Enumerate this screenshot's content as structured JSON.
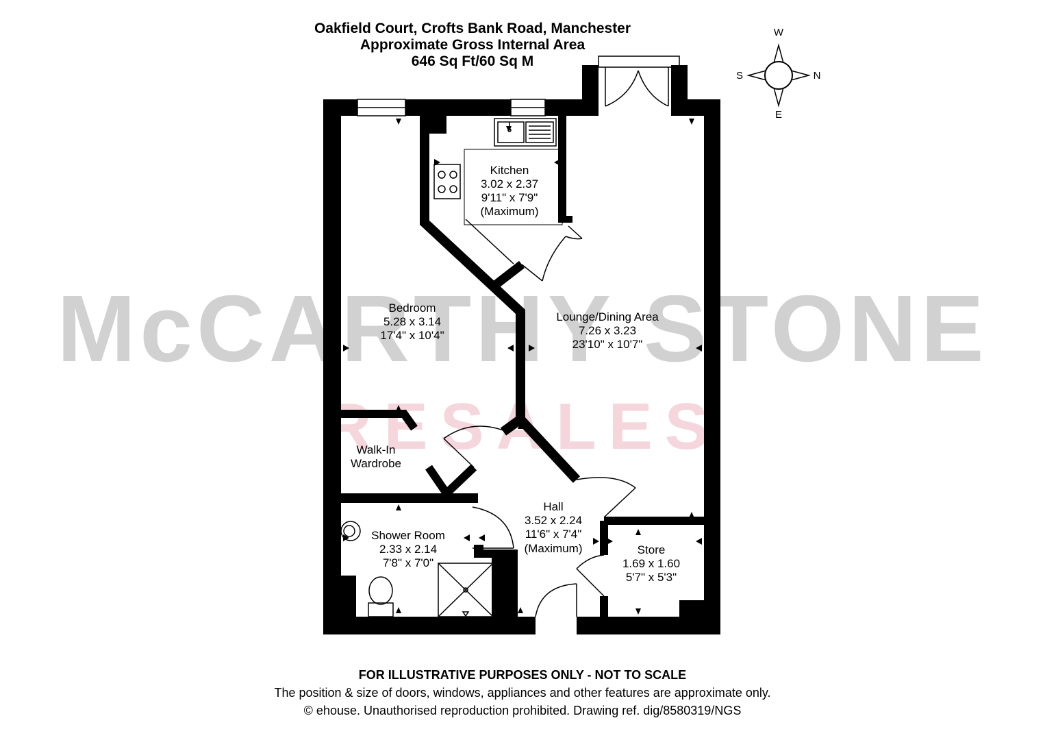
{
  "header": {
    "line1": "Oakfield Court, Crofts Bank Road, Manchester",
    "line2": "Approximate Gross Internal Area",
    "line3": "646 Sq Ft/60 Sq M"
  },
  "compass": {
    "north": "N",
    "south": "S",
    "east": "E",
    "west": "W"
  },
  "watermark": {
    "main": "McCARTHY STONE",
    "sub": "RESALES"
  },
  "rooms": {
    "kitchen": {
      "name": "Kitchen",
      "metric": "3.02 x 2.37",
      "imperial": "9'11\" x 7'9\"",
      "note": "(Maximum)"
    },
    "bedroom": {
      "name": "Bedroom",
      "metric": "5.28 x 3.14",
      "imperial": "17'4\" x 10'4\""
    },
    "lounge": {
      "name": "Lounge/Dining Area",
      "metric": "7.26 x 3.23",
      "imperial": "23'10\" x 10'7\""
    },
    "wardrobe": {
      "name_line1": "Walk-In",
      "name_line2": "Wardrobe"
    },
    "hall": {
      "name": "Hall",
      "metric": "3.52 x 2.24",
      "imperial": "11'6\" x 7'4\"",
      "note": "(Maximum)"
    },
    "shower": {
      "name": "Shower Room",
      "metric": "2.33 x 2.14",
      "imperial": "7'8\" x 7'0\""
    },
    "store": {
      "name": "Store",
      "metric": "1.69 x 1.60",
      "imperial": "5'7\" x 5'3\""
    }
  },
  "footer": {
    "disclaimer": "FOR ILLUSTRATIVE PURPOSES ONLY - NOT TO SCALE",
    "note": "The position & size of doors, windows, appliances and other features are approximate only.",
    "copyright": "© ehouse. Unauthorised reproduction prohibited. Drawing ref. dig/8580319/NGS"
  },
  "colors": {
    "wall": "#000000",
    "watermark_grey": "#9a9a9a",
    "watermark_pink": "#e7a3b2"
  }
}
